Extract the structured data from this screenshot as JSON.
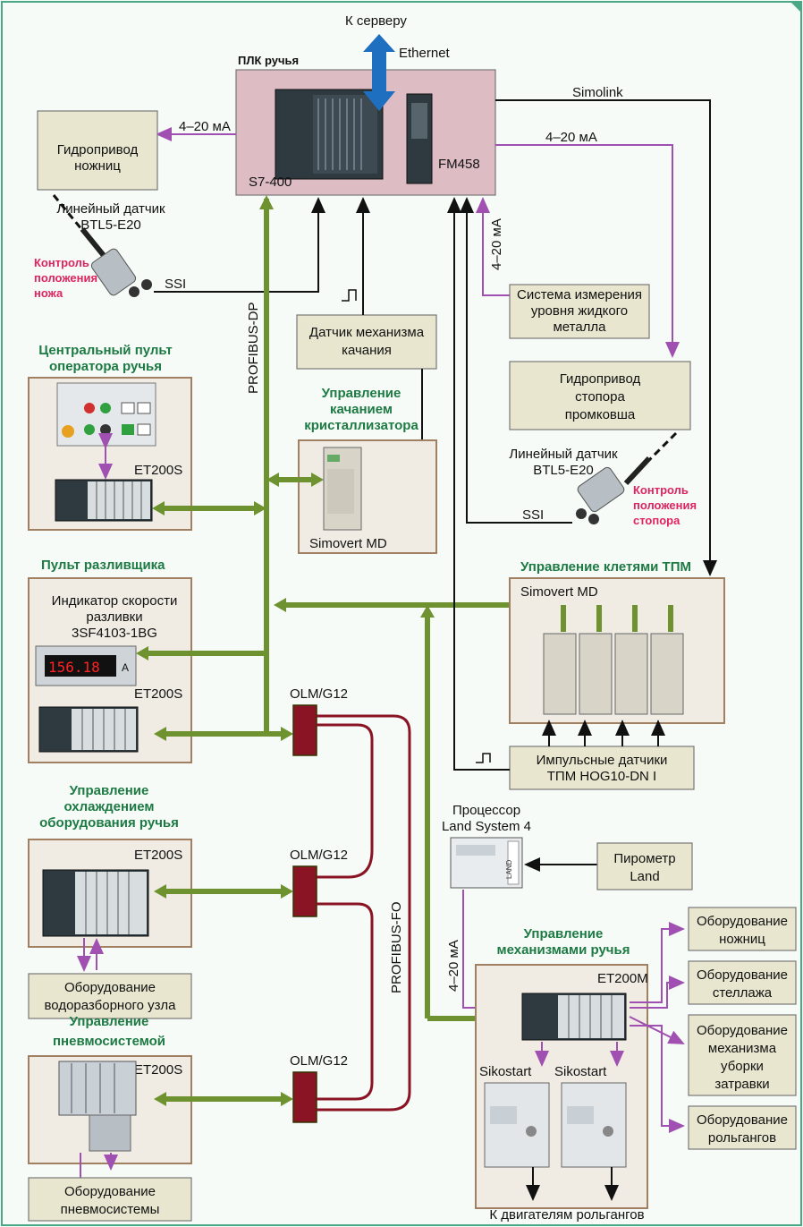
{
  "labels": {
    "to_server": "К серверу",
    "ethernet": "Ethernet",
    "plc_title": "ПЛК ручья",
    "s7": "S7-400",
    "fm458": "FM458",
    "simolink": "Simolink",
    "ma_top_left": "4–20 мА",
    "ma_top_right": "4–20 мА",
    "ma_vertical": "4–20 мА",
    "ma_bottom": "4–20 мА",
    "hydraulic_shears_1": "Гидропривод",
    "hydraulic_shears_2": "ножниц",
    "linear_sensor1_1": "Линейный датчик",
    "linear_sensor1_2": "BTL5-E20",
    "knife_ctrl_1": "Контроль",
    "knife_ctrl_2": "положения",
    "knife_ctrl_3": "ножа",
    "ssi1": "SSI",
    "profibus_dp": "PROFIBUS-DP",
    "oscill_sensor_1": "Датчик механизма",
    "oscill_sensor_2": "качания",
    "melt_level_1": "Система измерения",
    "melt_level_2": "уровня жидкого",
    "melt_level_3": "металла",
    "stopper_hyd_1": "Гидропривод",
    "stopper_hyd_2": "стопора",
    "stopper_hyd_3": "промковша",
    "linear_sensor2_1": "Линейный датчик",
    "linear_sensor2_2": "BTL5-E20",
    "stopper_ctrl_1": "Контроль",
    "stopper_ctrl_2": "положения",
    "stopper_ctrl_3": "стопора",
    "ssi2": "SSI",
    "central_panel_1": "Центральный пульт",
    "central_panel_2": "оператора ручья",
    "et200s_1": "ET200S",
    "mould_ctrl_1": "Управление",
    "mould_ctrl_2": "качанием",
    "mould_ctrl_3": "кристаллизатора",
    "simovert1": "Simovert MD",
    "caster_panel": "Пульт разливщика",
    "speed_ind_1": "Индикатор скорости",
    "speed_ind_2": "разливки",
    "speed_ind_3": "3SF4103-1BG",
    "display_value": "156.18",
    "display_unit": "A",
    "et200s_2": "ET200S",
    "stand_ctrl": "Управление клетями ТПМ",
    "simovert2": "Simovert  MD",
    "pulse_sensors_1": "Импульсные датчики",
    "pulse_sensors_2": "ТПМ HOG10-DN I",
    "olm1": "OLM/G12",
    "olm2": "OLM/G12",
    "olm3": "OLM/G12",
    "profibus_fo": "PROFIBUS-FO",
    "cooling_1": "Управление",
    "cooling_2": "охлаждением",
    "cooling_3": "оборудования ручья",
    "et200s_3": "ET200S",
    "water_1": "Оборудование",
    "water_2": "водоразборного узла",
    "processor_1": "Процессор",
    "processor_2": "Land System  4",
    "pyrometer_1": "Пирометр",
    "pyrometer_2": "Land",
    "mech_ctrl_1": "Управление",
    "mech_ctrl_2": "механизмами ручья",
    "et200m": "ET200M",
    "sikostart_1": "Sikostart",
    "sikostart_2": "Sikostart",
    "to_motors": "К двигателям рольгангов",
    "pneu_ctrl_1": "Управление",
    "pneu_ctrl_2": "пневмосистемой",
    "et200s_4": "ET200S",
    "pneu_eq_1": "Оборудование",
    "pneu_eq_2": "пневмосистемы",
    "eq_shears_1": "Оборудование",
    "eq_shears_2": "ножниц",
    "eq_rack_1": "Оборудование",
    "eq_rack_2": "стеллажа",
    "eq_dummy_1": "Оборудование",
    "eq_dummy_2": "механизма",
    "eq_dummy_3": "уборки",
    "eq_dummy_4": "затравки",
    "eq_roller_1": "Оборудование",
    "eq_roller_2": "рольгангов",
    "pulse_symbol": "⎍",
    "logo_text": "LAND"
  },
  "colors": {
    "bus": "#6e9230",
    "profinet_arrow": "#1f6fc0",
    "fiber": "#8a1424",
    "analog": "#a050b0",
    "panel_border": "#a08060",
    "plc_fill": "#ddbcc4",
    "heading_green": "#1d7a43",
    "heading_red": "#e0245e"
  },
  "icons": [
    "ethernet-arrow-icon",
    "linear-sensor-icon",
    "operator-panel-icon",
    "io-rack-icon",
    "drive-icon",
    "display-icon",
    "softstarter-icon"
  ]
}
